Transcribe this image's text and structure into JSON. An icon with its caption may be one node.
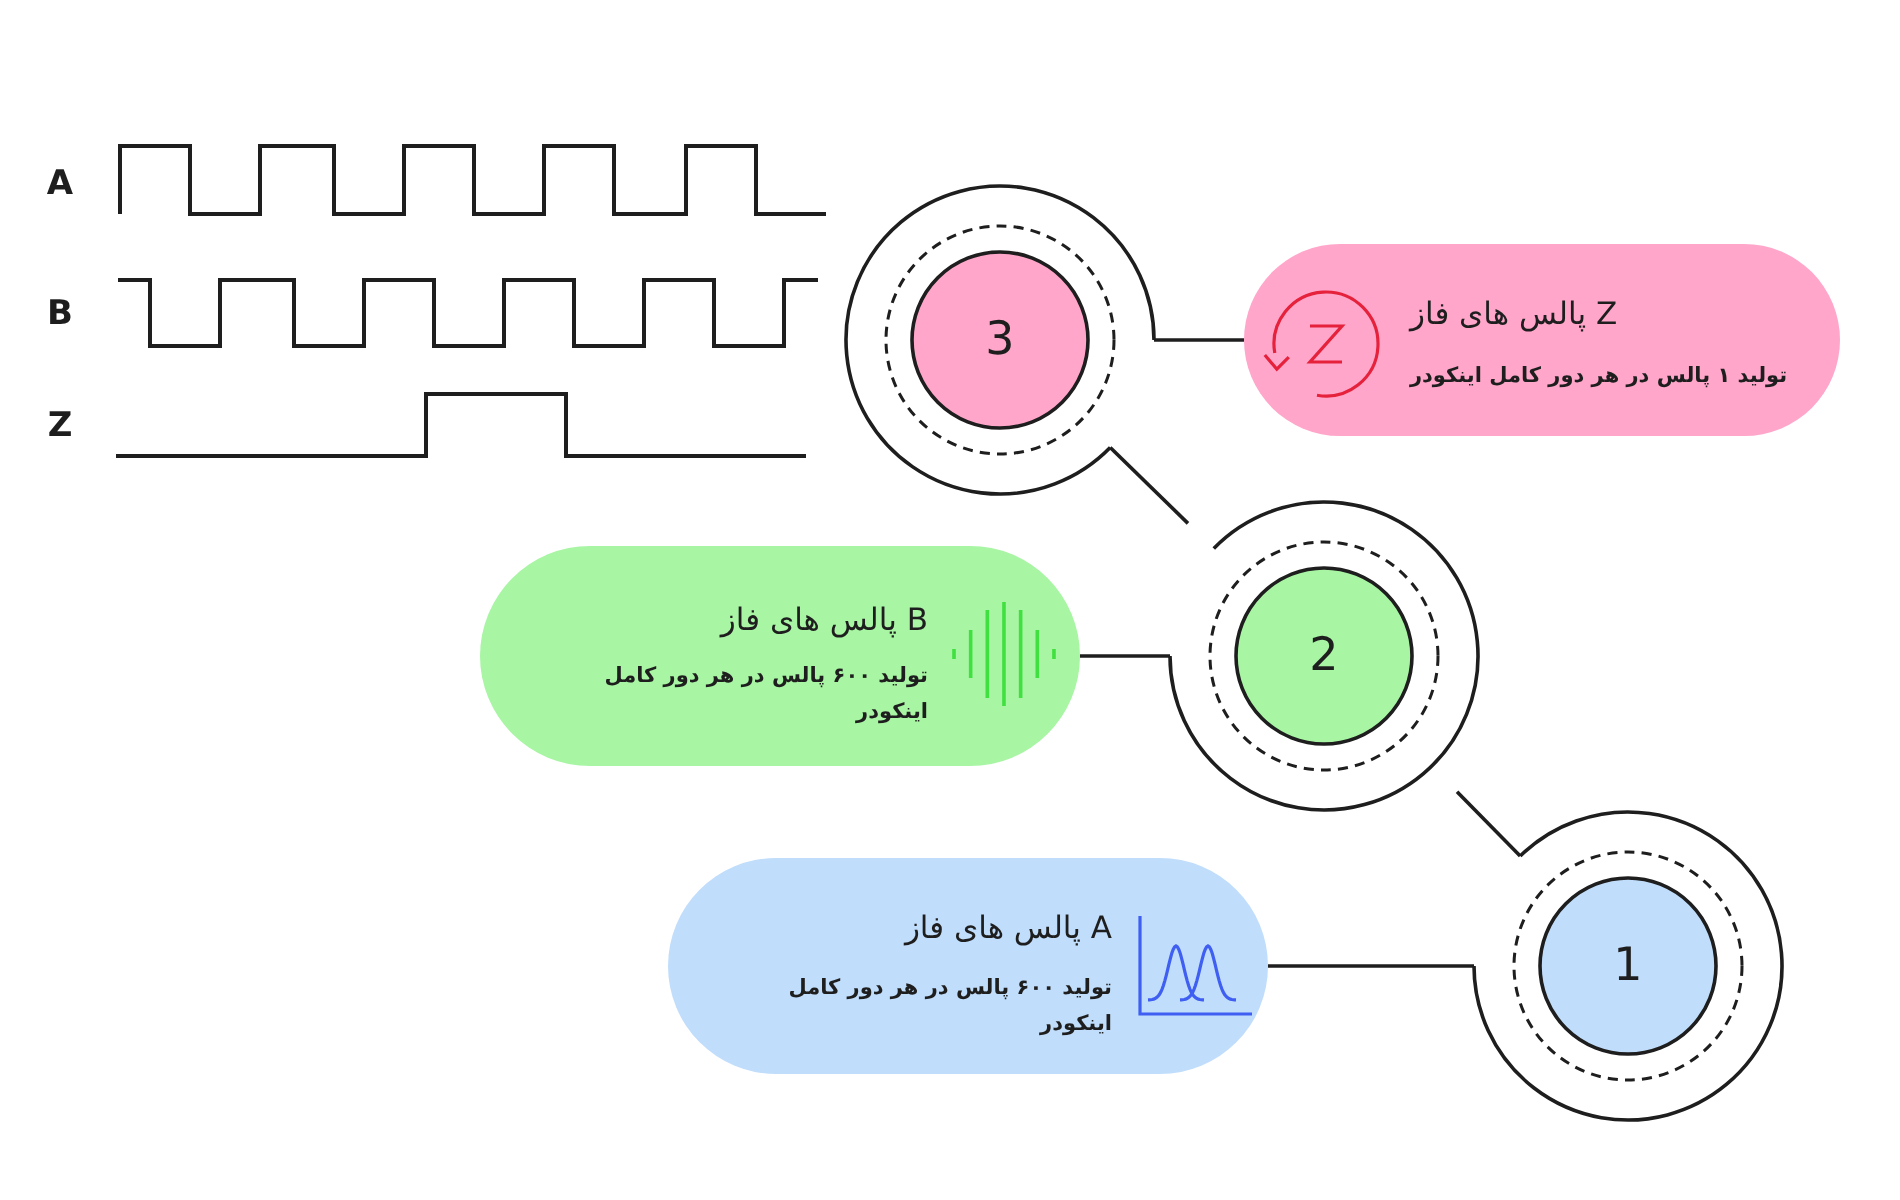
{
  "diagram": {
    "nodes": [
      {
        "text": [
          "3"
        ]
      },
      {
        "text": [
          "Z پالس های فاز",
          "تولید ۱ پالس در هر دور کامل اینکودر"
        ]
      },
      {
        "text": [
          "B پالس های فاز",
          "تولید ۶۰۰ پالس در هر دور کامل اینکودر"
        ]
      },
      {
        "text": [
          "2"
        ]
      },
      {
        "text": [
          "A پالس های فاز",
          "تولید ۶۰۰ پالس در هر دور کامل اینکودر"
        ]
      },
      {
        "text": [
          "1"
        ]
      }
    ],
    "edges": [
      {
        "from": 0,
        "to": 1,
        "arrow": "none"
      },
      {
        "from": 0,
        "to": 3,
        "arrow": "none"
      },
      {
        "from": 3,
        "to": 2,
        "arrow": "none"
      },
      {
        "from": 3,
        "to": 5,
        "arrow": "none"
      },
      {
        "from": 5,
        "to": 4,
        "arrow": "none"
      }
    ],
    "labels": [
      "A",
      "B",
      "Z"
    ]
  }
}
